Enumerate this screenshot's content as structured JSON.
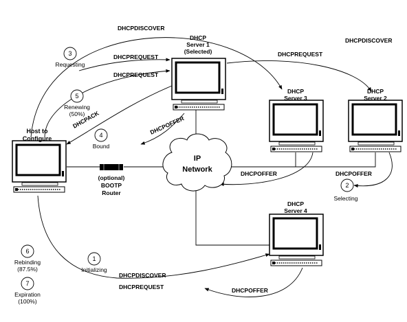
{
  "title": "DHCPDISCOVER",
  "host": {
    "line1": "Host to",
    "line2": "Configure"
  },
  "servers": {
    "s1": {
      "line1": "DHCP",
      "line2": "Server 1",
      "line3": "(Selected)"
    },
    "s2": {
      "line1": "DHCP",
      "line2": "Server 2"
    },
    "s3": {
      "line1": "DHCP",
      "line2": "Server 3"
    },
    "s4": {
      "line1": "DHCP",
      "line2": "Server 4"
    }
  },
  "network": {
    "line1": "IP",
    "line2": "Network"
  },
  "router": {
    "line1": "(optional)",
    "line2": "BOOTP",
    "line3": "Router"
  },
  "messages": {
    "discover_top": "DHCPDISCOVER",
    "request_top": "DHCPREQUEST",
    "request_s1a": "DHCPREQUEST",
    "request_s1b": "DHCPREQUEST",
    "ack": "DHCPACK",
    "offer_s1": "DHCPOFFER",
    "offer_net": "DHCPOFFER",
    "offer_s2": "DHCPOFFER",
    "discover_bottom": "DHCPDISCOVER",
    "request_bottom": "DHCPREQUEST",
    "offer_s4": "DHCPOFFER"
  },
  "steps": [
    {
      "num": "1",
      "label": "Initializing",
      "label2": ""
    },
    {
      "num": "2",
      "label": "Selecting",
      "label2": ""
    },
    {
      "num": "3",
      "label": "Requesting",
      "label2": ""
    },
    {
      "num": "4",
      "label": "Bound",
      "label2": ""
    },
    {
      "num": "5",
      "label": "Renewing",
      "label2": "(50%)"
    },
    {
      "num": "6",
      "label": "Rebinding",
      "label2": "(87.5%)"
    },
    {
      "num": "7",
      "label": "Expiration",
      "label2": "(100%)"
    }
  ]
}
